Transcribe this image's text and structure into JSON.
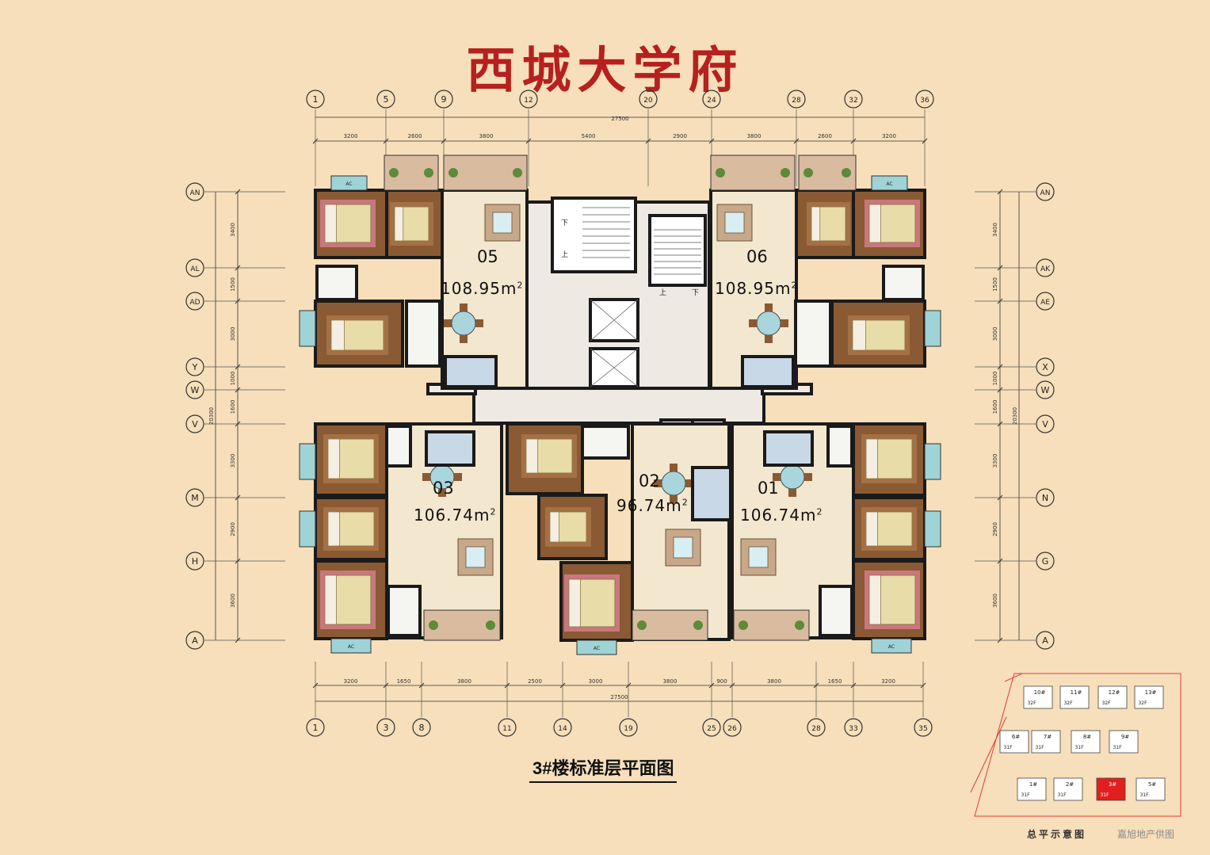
{
  "title": "西城大学府",
  "subtitle": "3#楼标准层平面图",
  "site_caption": "总平示意图",
  "credit": "嘉旭地产供图",
  "colors": {
    "background": "#f6dfba",
    "title": "#b6201e",
    "bedroom": "#8a5a34",
    "living": "#f3e7cf",
    "lobby": "#eeeae3",
    "wall": "#151515",
    "ac": "#9fd3d6",
    "balcony": "#d9bba0"
  },
  "top_grid": [
    "1",
    "5",
    "9",
    "12",
    "20",
    "24",
    "28",
    "32",
    "36"
  ],
  "top_dims": [
    "3200",
    "2600",
    "3800",
    "5400",
    "2900",
    "3800",
    "2600",
    "3200"
  ],
  "top_total": "27500",
  "bottom_grid": [
    "1",
    "3",
    "8",
    "11",
    "14",
    "19",
    "25",
    "26",
    "28",
    "33",
    "35"
  ],
  "bottom_dims": [
    "3200",
    "1650",
    "3800",
    "2500",
    "3000",
    "3800",
    "900",
    "3800",
    "1650",
    "3200"
  ],
  "bottom_total": "27500",
  "left_grid": [
    "AN",
    "AL",
    "AD",
    "Y",
    "W",
    "V",
    "M",
    "H",
    "A"
  ],
  "right_grid": [
    "AN",
    "AK",
    "AE",
    "X",
    "W",
    "V",
    "N",
    "G",
    "A"
  ],
  "side_dims": [
    "3400",
    "1500",
    "3000",
    "1000",
    "1600",
    "3300",
    "2900",
    "3600"
  ],
  "side_total": "20300",
  "stair_labels": {
    "down": "下",
    "up": "上"
  },
  "ac_label": "AC",
  "units": [
    {
      "id": "05",
      "area": "108.95",
      "unit": "m",
      "sup": "2"
    },
    {
      "id": "06",
      "area": "108.95",
      "unit": "m",
      "sup": "2"
    },
    {
      "id": "03",
      "area": "106.74",
      "unit": "m",
      "sup": "2"
    },
    {
      "id": "02",
      "area": "96.74",
      "unit": "m",
      "sup": "2"
    },
    {
      "id": "01",
      "area": "106.74",
      "unit": "m",
      "sup": "2"
    }
  ],
  "site_plan": {
    "buildings": [
      "10#",
      "11#",
      "12#",
      "13#",
      "6#",
      "7#",
      "8#",
      "9#",
      "1#",
      "2#",
      "3#",
      "5#"
    ],
    "floors": [
      "32F",
      "32F",
      "32F",
      "32F",
      "31F",
      "31F",
      "31F",
      "31F",
      "31F",
      "31F",
      "31F",
      "31F"
    ]
  }
}
